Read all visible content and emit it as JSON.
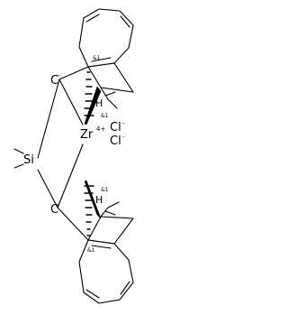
{
  "molecule": {
    "atoms": {
      "zr": {
        "symbol": "Zr",
        "charge": "4+"
      },
      "cl_a": {
        "symbol": "Cl",
        "charge": "-"
      },
      "cl_b": {
        "symbol": "Cl",
        "charge": "-"
      },
      "si": {
        "symbol": "Si"
      },
      "c_top": {
        "symbol": "C",
        "charge": "-"
      },
      "c_bottom": {
        "symbol": "C",
        "charge": "-"
      },
      "h_top": {
        "symbol": "H"
      },
      "h_bottom": {
        "symbol": "H"
      }
    },
    "stereo_labels": {
      "top_ring_fusion": "&1",
      "top_ch": "&1",
      "bottom_ch": "&1",
      "bottom_ring_fusion": "&1"
    }
  },
  "colors": {
    "bond": "#000000",
    "background": "#ffffff"
  }
}
